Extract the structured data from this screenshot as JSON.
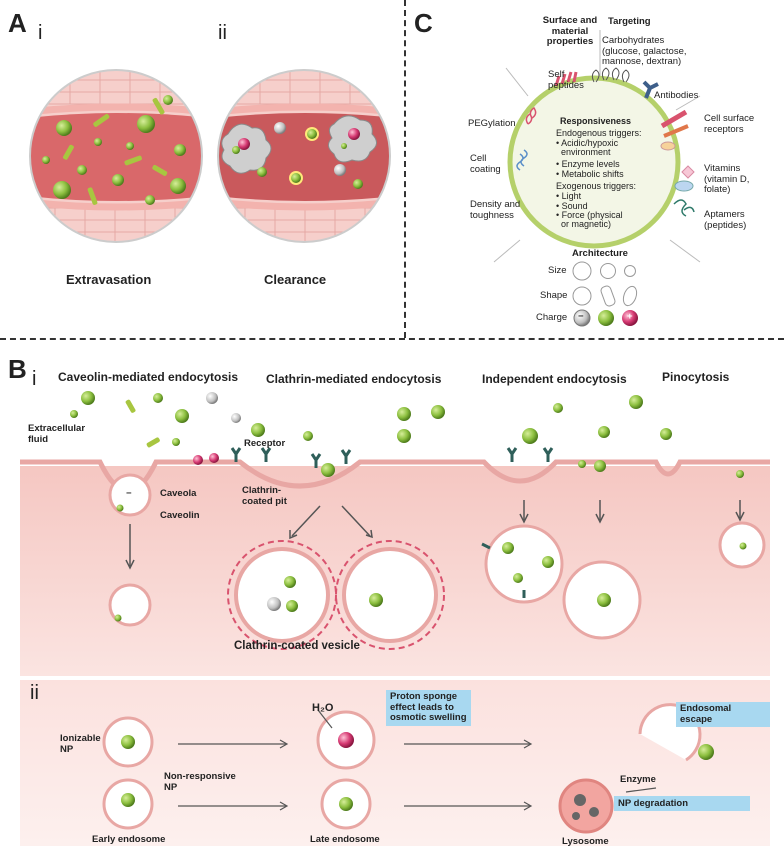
{
  "panel_a": {
    "letter": "A",
    "sub_i": "i",
    "sub_ii": "ii",
    "extravasation": "Extravasation",
    "clearance": "Clearance"
  },
  "panel_c": {
    "letter": "C",
    "surface_heading": "Surface and\nmaterial properties",
    "targeting_heading": "Targeting",
    "carbohydrates": "Carbohydrates\n(glucose, galactose,\nmannose, dextran)",
    "self_peptides": "Self\npeptides",
    "antibodies": "Antibodies",
    "pegylation": "PEGylation",
    "cell_surface_receptors": "Cell surface\nreceptors",
    "cell_coating": "Cell\ncoating",
    "vitamins": "Vitamins\n(vitamin D,\nfolate)",
    "density": "Density and\ntoughness",
    "aptamers": "Aptamers\n(peptides)",
    "responsiveness_title": "Responsiveness",
    "endogenous": "Endogenous triggers:",
    "endo_items": [
      "• Acidic/hypoxic\n  environment",
      "• Enzyme levels",
      "• Metabolic shifts"
    ],
    "exogenous": "Exogenous triggers:",
    "exo_items": [
      "• Light",
      "• Sound",
      "• Force (physical\n  or magnetic)"
    ],
    "architecture": "Architecture",
    "size": "Size",
    "shape": "Shape",
    "charge": "Charge",
    "neg_sign": "−",
    "pos_sign": "+"
  },
  "panel_b": {
    "letter": "B",
    "sub_i": "i",
    "sub_ii": "ii",
    "caveolin_title": "Caveolin-mediated endocytosis",
    "clathrin_title": "Clathrin-mediated endocytosis",
    "independent_title": "Independent endocytosis",
    "pinocytosis_title": "Pinocytosis",
    "extracellular": "Extracellular\nfluid",
    "receptor": "Receptor",
    "caveola": "Caveola",
    "caveolin": "Caveolin",
    "clathrin_pit": "Clathrin-\ncoated pit",
    "clathrin_vesicle": "Clathrin-coated vesicle",
    "ionizable": "Ionizable\nNP",
    "non_responsive": "Non-responsive\nNP",
    "h2o": "H₂O",
    "proton_sponge": "Proton sponge\neffect leads to\nosmotic swelling",
    "endosomal_escape": "Endosomal\nescape",
    "enzyme": "Enzyme",
    "np_degradation": "NP degradation",
    "early_endosome": "Early endosome",
    "late_endosome": "Late endosome",
    "lysosome": "Lysosome",
    "minus": "−"
  },
  "colors": {
    "np_green": "#8cbf3f",
    "np_pink": "#d63a73",
    "cell_pink": "#f7d6d2",
    "membrane": "#e8a7a4",
    "label_blue": "#a8d8f0",
    "receptor_teal": "#2f5f5a"
  }
}
